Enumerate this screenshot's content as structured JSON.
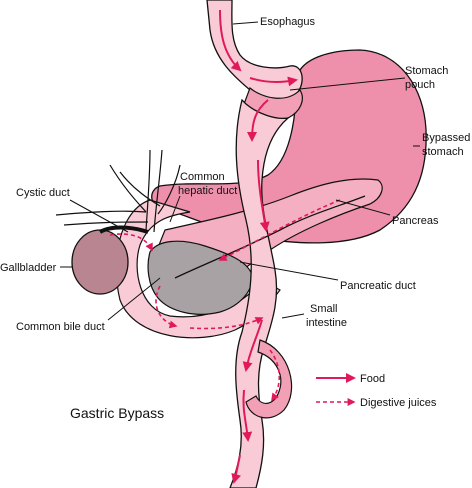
{
  "title": "Gastric Bypass",
  "labels": {
    "esophagus": "Esophagus",
    "stomach_pouch_line1": "Stomach",
    "stomach_pouch_line2": "pouch",
    "bypassed_line1": "Bypassed",
    "bypassed_line2": "stomach",
    "cystic_duct": "Cystic duct",
    "common_hepatic_line1": "Common",
    "common_hepatic_line2": "hepatic duct",
    "gallbladder": "Gallbladder",
    "pancreas": "Pancreas",
    "pancreatic_duct": "Pancreatic duct",
    "small_intestine_line1": "Small",
    "small_intestine_line2": "intestine",
    "common_bile_duct": "Common bile duct"
  },
  "legend": {
    "food": "Food",
    "digestive_juices": "Digestive juices"
  },
  "colors": {
    "tissue_light": "#f9cbd6",
    "tissue_mid": "#f2a0b6",
    "stomach": "#ee8fab",
    "gallbladder": "#b98590",
    "duodenum_gray": "#a8a2a4",
    "arrow": "#e0195a",
    "outline": "#111111"
  }
}
